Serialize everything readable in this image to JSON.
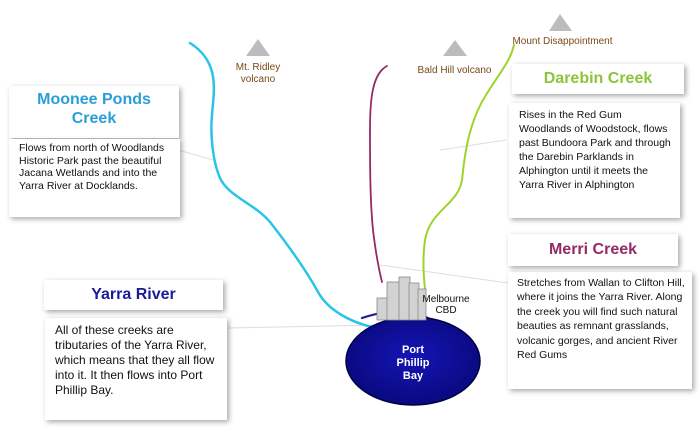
{
  "colors": {
    "moonee_ponds": "#29c4e8",
    "darebin": "#9ed42a",
    "merri": "#962a64",
    "yarra": "#1a1a9c",
    "bay": "#0c0c9a",
    "moonee_title": "#2a9ed8",
    "darebin_title": "#8cc43a",
    "merri_title": "#962a64",
    "yarra_title": "#1a1a9c"
  },
  "mountains": {
    "ridley": "Mt. Ridley\nvolcano",
    "bald_hill": "Bald Hill volcano",
    "disappointment": "Mount Disappointment"
  },
  "moonee_ponds": {
    "title": "Moonee Ponds\nCreek",
    "description": "Flows from north of Woodlands Historic Park past the beautiful Jacana Wetlands and into the Yarra River at Docklands."
  },
  "darebin": {
    "title": "Darebin Creek",
    "description": "Rises in the Red Gum Woodlands of Woodstock, flows past Bundoora Park and through the Darebin Parklands in Alphington until it meets the Yarra River in Alphington"
  },
  "merri": {
    "title": "Merri Creek",
    "description": "Stretches from Wallan to Clifton Hill, where it joins the Yarra River.  Along the creek you will find such natural beauties as remnant grasslands, volcanic gorges, and ancient River Red Gums"
  },
  "yarra": {
    "title": "Yarra River",
    "description": "All of these creeks are tributaries of the Yarra River, which means that they all flow into it.  It then flows into Port Phillip Bay."
  },
  "cbd_label": "Melbourne\nCBD",
  "bay_label": "Port\nPhillip\nBay"
}
